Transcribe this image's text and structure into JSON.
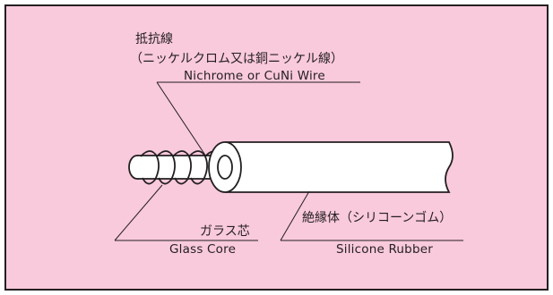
{
  "labels": {
    "resistance_jp": "抵抗線",
    "resistance_jp_sub": "（ニッケルクロム又は銅ニッケル線）",
    "resistance_en": "Nichrome or CuNi Wire",
    "glass_jp": "ガラス芯",
    "glass_en": "Glass Core",
    "silicone_jp": "絶縁体（シリコーンゴム）",
    "silicone_en": "Silicone Rubber"
  },
  "colors": {
    "background": "#f9c9dc",
    "line": "#231f20",
    "cable": "#ffffff"
  }
}
